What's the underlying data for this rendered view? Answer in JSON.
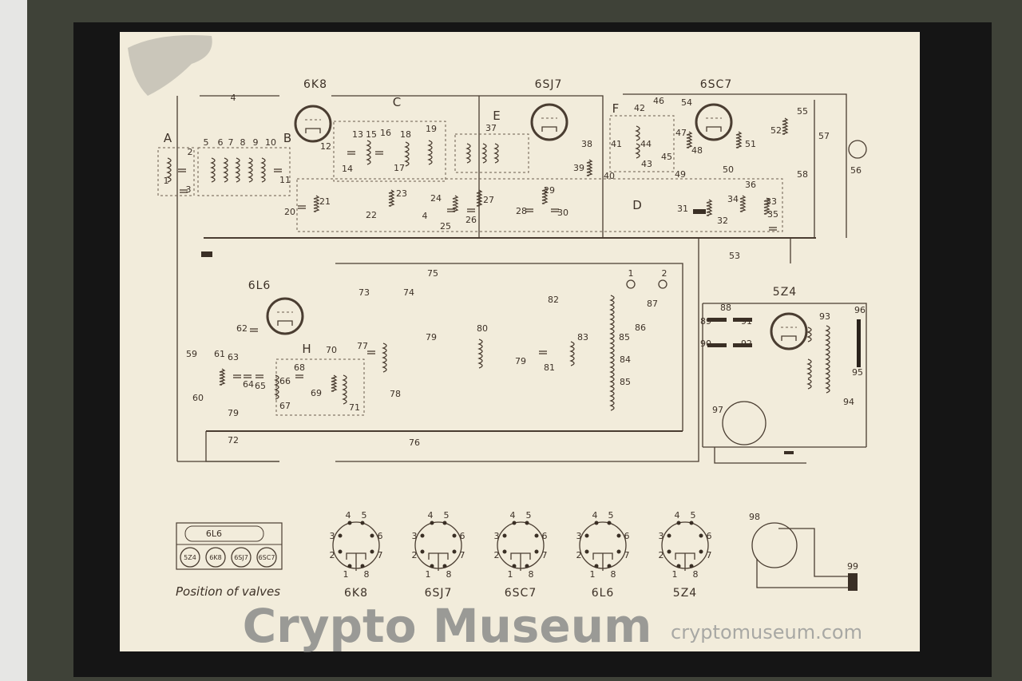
{
  "tubes": [
    "6K8",
    "6SJ7",
    "6SC7",
    "6L6",
    "5Z4"
  ],
  "sections": [
    "A",
    "B",
    "C",
    "D",
    "E",
    "F",
    "H"
  ],
  "components": [
    "1",
    "2",
    "3",
    "4",
    "5",
    "6",
    "7",
    "8",
    "9",
    "10",
    "11",
    "12",
    "13",
    "14",
    "15",
    "16",
    "17",
    "18",
    "19",
    "20",
    "21",
    "22",
    "23",
    "4",
    "24",
    "25",
    "26",
    "27",
    "28",
    "29",
    "30",
    "31",
    "32",
    "33",
    "34",
    "35",
    "36",
    "37",
    "38",
    "39",
    "40",
    "41",
    "42",
    "43",
    "44",
    "45",
    "46",
    "47",
    "48",
    "49",
    "50",
    "51",
    "52",
    "53",
    "54",
    "55",
    "56",
    "57",
    "58",
    "59",
    "60",
    "61",
    "62",
    "63",
    "64",
    "65",
    "66",
    "67",
    "68",
    "69",
    "70",
    "71",
    "72",
    "73",
    "74",
    "75",
    "76",
    "77",
    "78",
    "79",
    "79",
    "79",
    "80",
    "81",
    "82",
    "83",
    "84",
    "85",
    "85",
    "86",
    "87",
    "88",
    "89",
    "90",
    "91",
    "92",
    "93",
    "94",
    "95",
    "96",
    "97",
    "98",
    "99"
  ],
  "terminals": [
    "1",
    "2"
  ],
  "pinout": {
    "pins": [
      "1",
      "2",
      "3",
      "4",
      "5",
      "6",
      "7",
      "8"
    ],
    "valves": [
      "6K8",
      "6SJ7",
      "6SC7",
      "6L6",
      "5Z4"
    ]
  },
  "valve_positions": {
    "title": "Position of valves",
    "top": "6L6",
    "row": [
      "5Z4",
      "6K8",
      "6SJ7",
      "6SC7"
    ]
  },
  "watermark": {
    "title": "Crypto Museum",
    "url": "cryptomuseum.com"
  },
  "colors": {
    "paper": "#f2ecdb",
    "ink": "#4a3d31",
    "frame": "#3f4238",
    "inner": "#151515"
  }
}
